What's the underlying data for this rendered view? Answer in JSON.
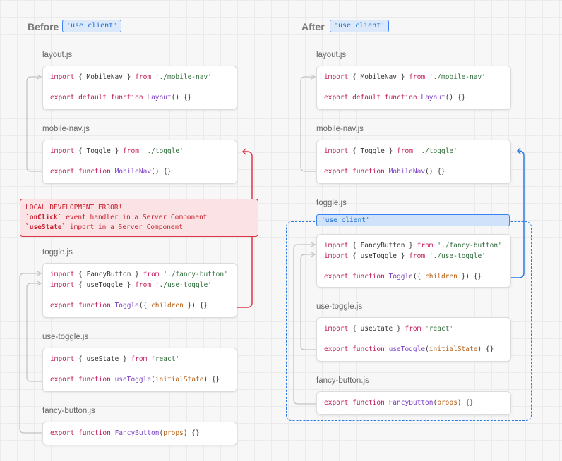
{
  "before": {
    "heading": "Before",
    "tag": "'use client'",
    "files": {
      "layout": "layout.js",
      "mobile_nav": "mobile-nav.js",
      "toggle": "toggle.js",
      "use_toggle": "use-toggle.js",
      "fancy_button": "fancy-button.js"
    },
    "error": {
      "title": "LOCAL DEVELOPMENT ERROR!",
      "line1_code": "`onClick`",
      "line1_text": " event handler in a Server Component",
      "line2_code": "`useState`",
      "line2_text": " import in a Server Component"
    }
  },
  "after": {
    "heading": "After",
    "tag": "'use client'",
    "boundary_label": "'use client'",
    "files": {
      "layout": "layout.js",
      "mobile_nav": "mobile-nav.js",
      "toggle": "toggle.js",
      "use_toggle": "use-toggle.js",
      "fancy_button": "fancy-button.js"
    }
  },
  "code": {
    "kw_import": "import",
    "kw_from": "from",
    "kw_export": "export",
    "kw_default": "default",
    "kw_function": "function",
    "lb": "{ ",
    "rb": " }",
    "sp": " ",
    "mobilenav": "MobileNav",
    "mobile_nav_path": "'./mobile-nav'",
    "layout_fn": "Layout",
    "empty_body": "() {}",
    "toggle": "Toggle",
    "toggle_path": "'./toggle'",
    "fancybutton": "FancyButton",
    "fancy_button_path": "'./fancy-button'",
    "usetoggle": "useToggle",
    "use_toggle_path": "'./use-toggle'",
    "open_paren_brace": "({ ",
    "children": "children",
    "close_brace_paren": " }) {}",
    "usestate": "useState",
    "react_path": "'react'",
    "open_paren": "(",
    "initial_state": "initialState",
    "props": "props",
    "close_body": ") {}"
  },
  "colors": {
    "error": "#dc3545",
    "client": "#2d7be0",
    "connector": "#c4c4c4"
  }
}
